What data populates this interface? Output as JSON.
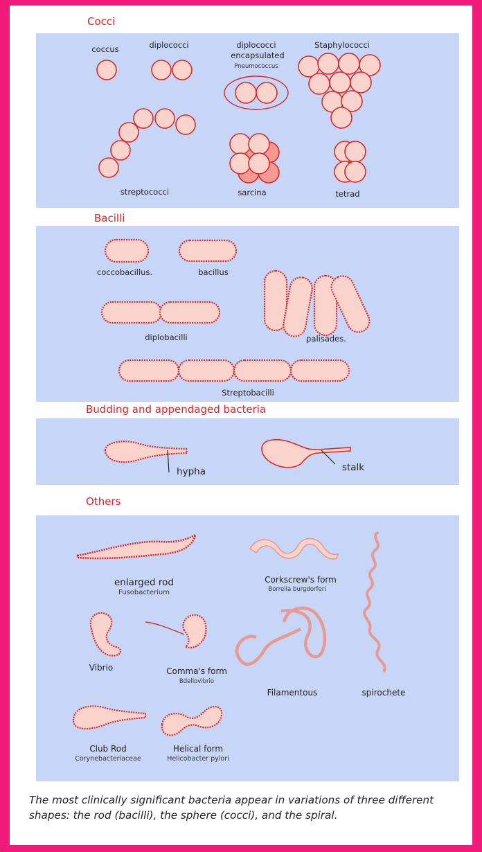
{
  "sections": {
    "cocci": "Cocci",
    "bacilli": "Bacilli",
    "budding": "Budding and appendaged bacteria",
    "others": "Others"
  },
  "cocci_labels": {
    "coccus": "coccus",
    "diplococci": "diplococci",
    "encapsulated_line1": "diplococci",
    "encapsulated_line2": "encapsulated",
    "encapsulated_sub": "Pneumococcus",
    "staphylococci": "Staphylococci",
    "streptococci": "streptococci",
    "sarcina": "sarcina",
    "tetrad": "tetrad"
  },
  "bacilli_labels": {
    "coccobacillus": "coccobacillus.",
    "bacillus": "bacillus",
    "diplobacilli": "diplobacilli",
    "palisades": "palisades.",
    "streptobacilli": "Streptobacilli"
  },
  "budding_labels": {
    "hypha": "hypha",
    "stalk": "stalk"
  },
  "others_labels": {
    "enlarged_rod": "enlarged rod",
    "enlarged_rod_sub": "Fusobacterium",
    "corkscrew": "Corkscrew's form",
    "corkscrew_sub": "Borrelia burgdorferi",
    "vibrio": "Vibrio",
    "comma": "Comma's form",
    "comma_sub": "Bdellovibrio",
    "filamentous": "Filamentous",
    "spirochete": "spirochete",
    "club_rod": "Club Rod",
    "club_rod_sub": "Corynebacteriaceae",
    "helical": "Helical form",
    "helical_sub": "Helicobacter pylori"
  },
  "caption": "The most clinically significant bacteria appear in variations of three different shapes: the rod (bacilli), the sphere (cocci), and the spiral.",
  "colors": {
    "frame": "#ef1a7a",
    "panel": "#c7d6f7",
    "cell_fill": "#fbd3cd",
    "cell_stroke": "#d42b2b",
    "title": "#d8232a"
  }
}
